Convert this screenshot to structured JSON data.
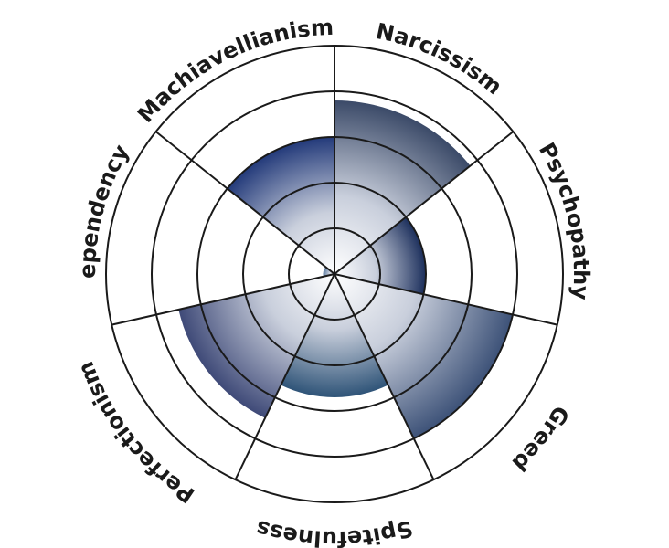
{
  "chart_data": {
    "type": "polar-area",
    "title": "",
    "categories": [
      "Narcissism",
      "Psychopathy",
      "Greed",
      "Spitefulness",
      "Perfectionism",
      "Dependency",
      "Machiavellianism"
    ],
    "values": [
      3.8,
      2.0,
      4.0,
      2.7,
      3.5,
      0.25,
      3.0
    ],
    "rmax": 5,
    "rings": [
      1,
      2,
      3,
      4,
      5
    ],
    "colors": [
      "#3b4a68",
      "#1c2f5c",
      "#3d5278",
      "#2f5478",
      "#3f4a78",
      "#5a7aa0",
      "#233a7a"
    ],
    "grid": true
  }
}
